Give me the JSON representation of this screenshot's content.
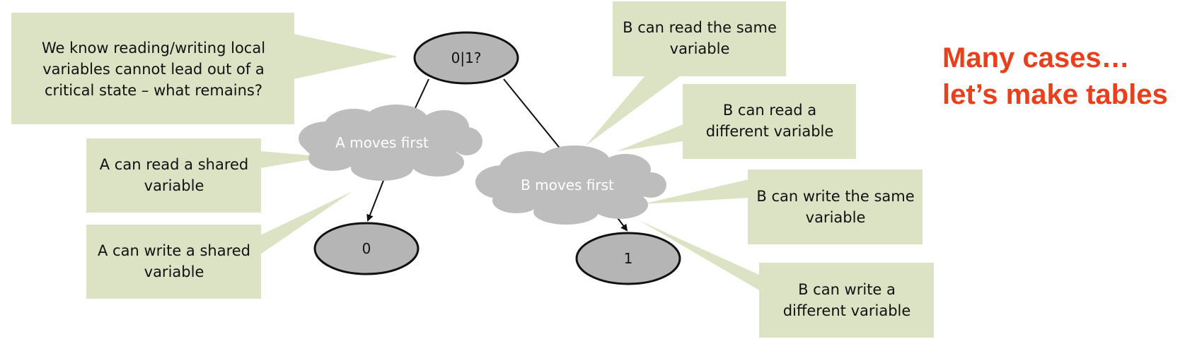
{
  "diagram": {
    "headline": {
      "line1": "Many cases…",
      "line2": "let’s make tables"
    },
    "nodes": {
      "root": "0|1?",
      "zero": "0",
      "one": "1"
    },
    "clouds": {
      "a_moves": "A moves first",
      "b_moves": "B moves first"
    },
    "callouts": {
      "remains": "We know reading/writing local variables cannot lead out of a critical state – what remains?",
      "a_read": "A can read a shared variable",
      "a_write": "A can write a shared variable",
      "b_read_same": "B can read the same variable",
      "b_read_diff": "B can read a different variable",
      "b_write_same": "B can write the same variable",
      "b_write_diff": "B can write a different variable"
    },
    "colors": {
      "callout_fill": "#dce3c5",
      "node_fill": "#b5b5b5",
      "cloud_fill": "#bdbdbd",
      "headline": "#e8401c"
    }
  }
}
